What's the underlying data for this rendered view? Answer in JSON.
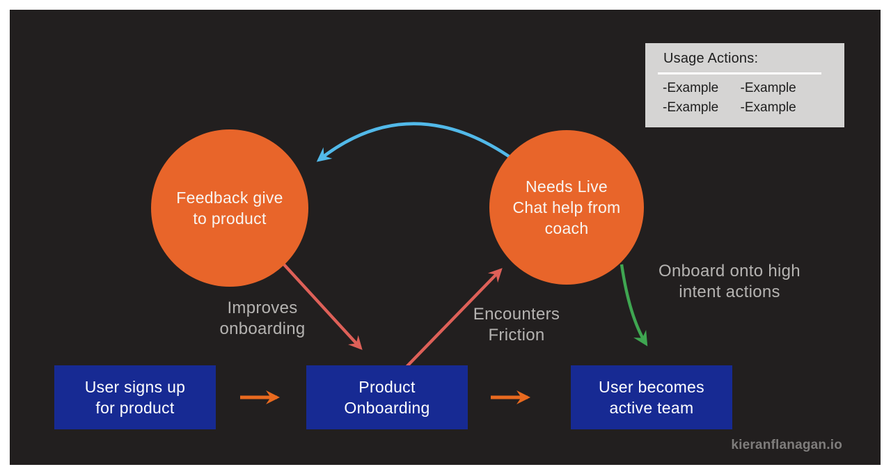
{
  "colors": {
    "page_border": "#FFFFFF",
    "background": "#221F1F",
    "circle_fill": "#E8652A",
    "rect_fill": "#172A93",
    "node_text": "#FFFFFF",
    "edge_label_text": "#B5B3B1",
    "arrow_orange": "#E96A1F",
    "arrow_red": "#DE6058",
    "arrow_green": "#3FA651",
    "arrow_blue": "#52B9E9",
    "legend_bg": "#D5D4D3",
    "legend_text": "#1E1E1E",
    "legend_divider": "#FFFFFF",
    "watermark_text": "#7F7D7C"
  },
  "legend": {
    "title": "Usage Actions:",
    "items": [
      "-Example",
      "-Example",
      "-Example",
      "-Example"
    ]
  },
  "nodes": {
    "feedback_circle": "Feedback give\nto product",
    "live_chat_circle": "Needs Live\nChat help from\ncoach",
    "signup_rect": "User signs up\nfor product",
    "onboarding_rect": "Product\nOnboarding",
    "active_team_rect": "User becomes\nactive team"
  },
  "edge_labels": {
    "improves": "Improves\nonboarding",
    "friction": "Encounters\nFriction",
    "onboard_high_intent": "Onboard onto high\nintent actions"
  },
  "watermark": "kieranflanagan.io"
}
